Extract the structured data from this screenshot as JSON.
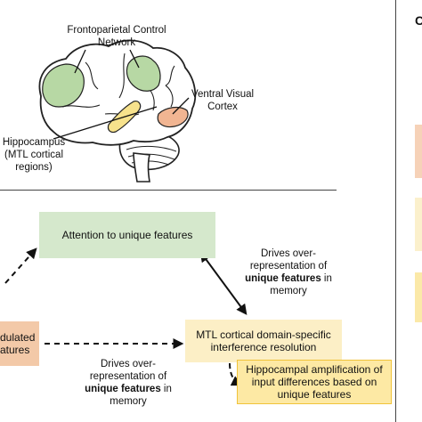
{
  "brain_labels": {
    "frontoparietal": [
      "Frontoparietal Control",
      "Network"
    ],
    "ventral_visual": [
      "Ventral Visual",
      "Cortex"
    ],
    "hippocampus": [
      "Hippocampus",
      "(MTL cortical",
      "regions)"
    ]
  },
  "boxes": {
    "attention": {
      "lines": [
        "Attention to unique features"
      ],
      "fill": "#d5e8cc",
      "border": "#d5e8cc"
    },
    "modulated": {
      "lines": [
        "dulated",
        "atures"
      ],
      "fill": "#f3c9a8",
      "border": "#f3c9a8"
    },
    "mtl": {
      "lines": [
        "MTL cortical domain-specific",
        "interference resolution"
      ],
      "fill": "#fcefc6",
      "border": "#fcefc6"
    },
    "hippocampal": {
      "lines": [
        "Hippocampal amplification of",
        "input differences based on",
        "unique features"
      ],
      "fill": "#fde9a4",
      "border": "#f0c33a"
    }
  },
  "captions": {
    "right": {
      "lines": [
        "Drives over-",
        "representation of"
      ],
      "bold": "unique features",
      "tail": " in",
      "last": "memory"
    },
    "bottom": {
      "lines": [
        "Drives over-",
        "representation of"
      ],
      "bold": "unique features",
      "tail": " in",
      "last": "memory"
    }
  },
  "colors": {
    "region_green": "#b7d8a4",
    "region_yellow": "#f7e28c",
    "region_orange": "#f1b592",
    "brain_fill": "#ffffff",
    "brain_stroke": "#222222",
    "side_orange": "#f6d2b8",
    "side_yellow1": "#fbf0cc",
    "side_yellow2": "#fbe9a8"
  }
}
